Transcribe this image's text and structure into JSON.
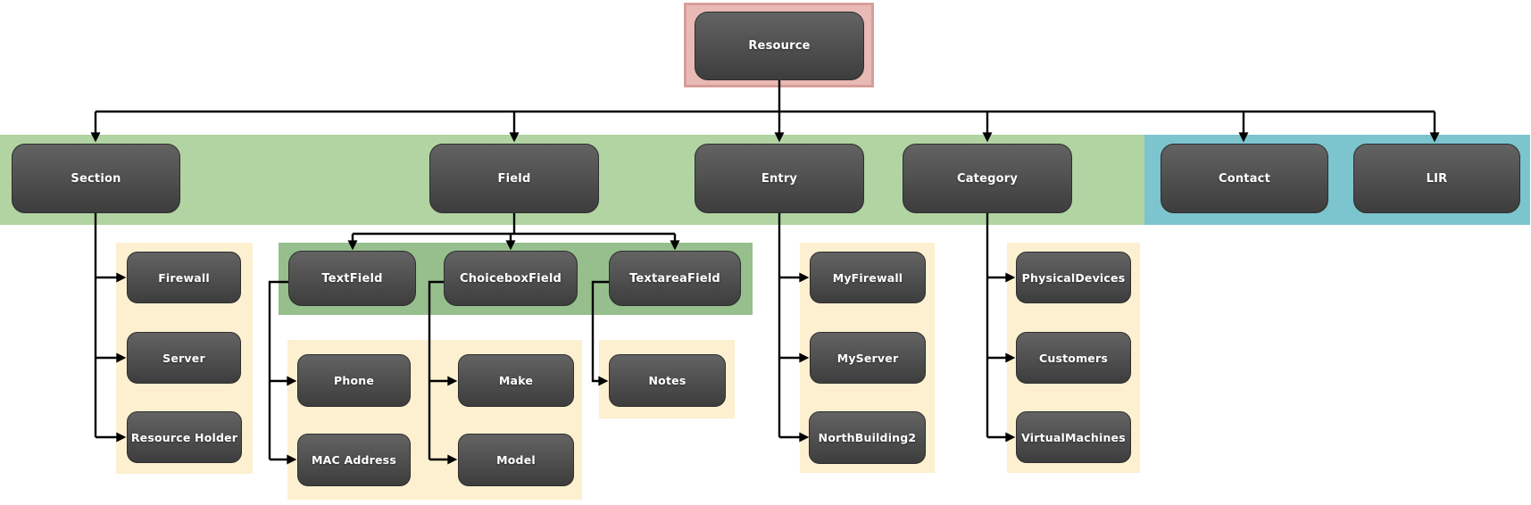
{
  "nodes": {
    "root": "Resource",
    "level1": [
      "Section",
      "Field",
      "Entry",
      "Category",
      "Contact",
      "LIR"
    ],
    "section_children": [
      "Firewall",
      "Server",
      "Resource Holder"
    ],
    "field_children": [
      "TextField",
      "ChoiceboxField",
      "TextareaField"
    ],
    "textfield_children": [
      "Phone",
      "MAC Address"
    ],
    "choiceboxfield_children": [
      "Make",
      "Model"
    ],
    "textareafield_children": [
      "Notes"
    ],
    "entry_children": [
      "MyFirewall",
      "MyServer",
      "NorthBuilding2"
    ],
    "category_children": [
      "PhysicalDevices",
      "Customers",
      "VirtualMachines"
    ]
  },
  "colors": {
    "root_panel_fill": "#e9bab5",
    "root_panel_border": "#d69e99",
    "level1_band_green": "#b2d3a2",
    "level1_band_blue": "#7cc4ce",
    "field_children_panel_green": "#96bf8d",
    "children_panel_cream": "#fdf0d0",
    "node_gradient_top": "#636363",
    "node_gradient_bottom": "#3d3d3d",
    "node_text": "#ffffff",
    "connector": "#000000"
  }
}
